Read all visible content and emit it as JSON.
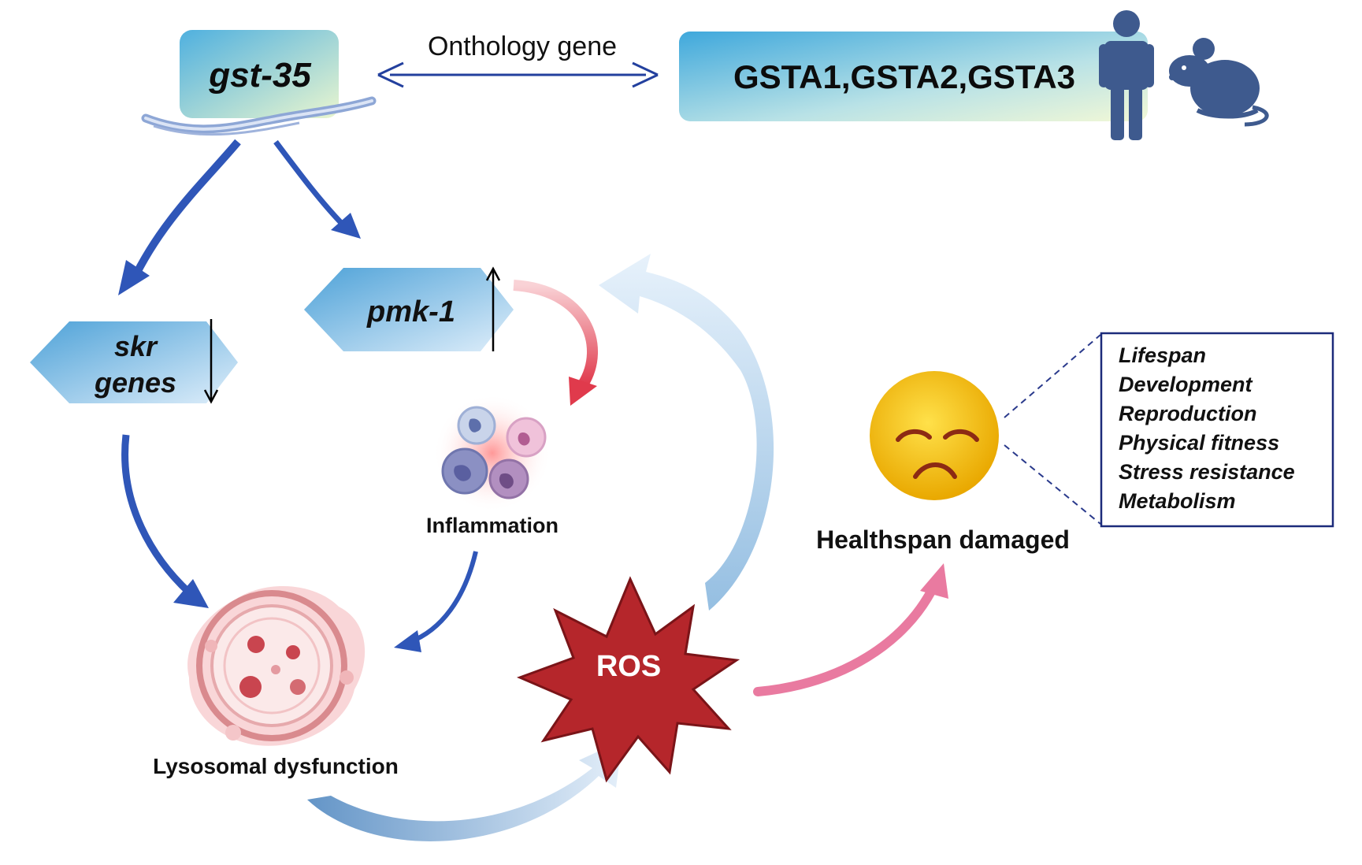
{
  "nodes": {
    "worm_gene": "gst-35",
    "ortholog_label": "Onthology gene",
    "human_genes": "GSTA1,GSTA2,GSTA3",
    "skr_line1": "skr",
    "skr_line2": "genes",
    "pmk": "pmk-1",
    "inflammation": "Inflammation",
    "lysosomal": "Lysosomal dysfunction",
    "ros": "ROS",
    "healthspan": "Healthspan damaged"
  },
  "healthspan_list": [
    "Lifespan",
    "Development",
    "Reproduction",
    "Physical fitness",
    "Stress resistance",
    "Metabolism"
  ],
  "colors": {
    "gene_box_start": "#5ab6e0",
    "gene_box_end": "#e6f4cc",
    "arrow_blue": "#2f56b8",
    "arrow_red": "#e0485a",
    "arrow_pink": "#e97aa0",
    "ros_fill": "#b5262b",
    "human_icon": "#3e5a8e",
    "emoji_fill": "#f6c400",
    "list_border": "#1c2b7a"
  },
  "icons": {
    "worm": "worm-icon",
    "human": "human-icon",
    "mouse": "mouse-icon",
    "cells": "immune-cells-icon",
    "lysosome": "lysosome-icon",
    "sad_face": "sad-face-icon",
    "ros_burst": "starburst-icon"
  }
}
